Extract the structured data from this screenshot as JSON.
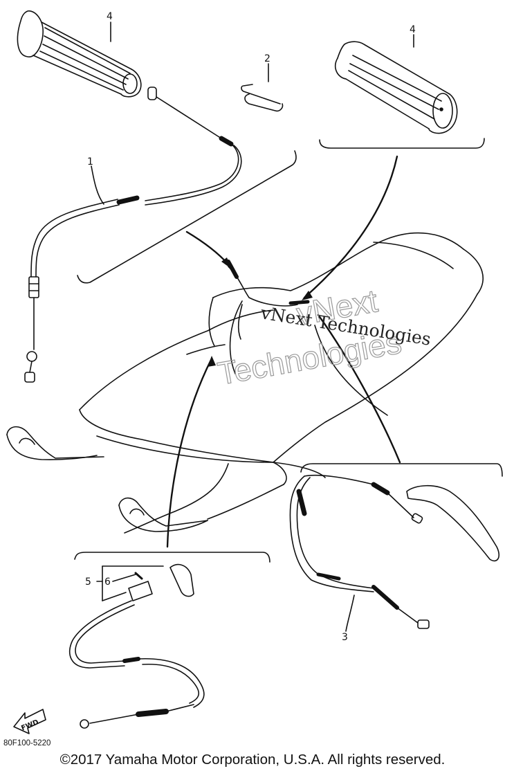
{
  "callouts": {
    "c1": "1",
    "c2": "2",
    "c3": "3",
    "c4_left": "4",
    "c4_right": "4",
    "c5": "5",
    "c6": "6"
  },
  "fwd_label": "FWD",
  "part_code": "80F100-5220",
  "watermark": {
    "line1": "vNext Technologies",
    "outline_line1": "vNext",
    "outline_line2": "Technologies"
  },
  "copyright": "©2017 Yamaha Motor Corporation, U.S.A. All rights reserved."
}
